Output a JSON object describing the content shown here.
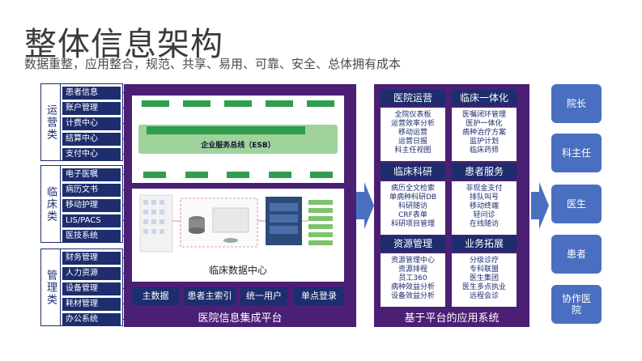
{
  "title": "整体信息架构",
  "subtitle": "数据重整，应用整合，规范、共享、易用、可靠、安全、总体拥有成本",
  "groups": [
    {
      "label": "运营类",
      "items": [
        "患者信息",
        "账户管理",
        "计费中心",
        "结算中心",
        "支付中心"
      ]
    },
    {
      "label": "临床类",
      "items": [
        "电子医嘱",
        "病历文书",
        "移动护理",
        "LIS/PACS",
        "医技系统"
      ]
    },
    {
      "label": "管理类",
      "items": [
        "财务管理",
        "人力资源",
        "设备管理",
        "耗材管理",
        "办公系统"
      ]
    }
  ],
  "platform": {
    "title": "医院信息集成平台",
    "esb_label": "企业服务总线（ESB）",
    "cdc_label": "临床数据中心",
    "tags": [
      "主数据",
      "患者主索引",
      "统一用户",
      "单点登录"
    ]
  },
  "apps": {
    "title": "基于平台的应用系统",
    "cells": [
      {
        "head": "医院运营",
        "lines": [
          "全院仪表板",
          "运营效率分析",
          "移动运营",
          "运营日报",
          "科主任视图"
        ]
      },
      {
        "head": "临床一体化",
        "lines": [
          "医嘱闭环管理",
          "医护一体化",
          "病种治疗方案",
          "监护计划",
          "临床药师"
        ]
      },
      {
        "head": "临床科研",
        "lines": [
          "病历全文检索",
          "单病种科研DB",
          "科研随访",
          "CRF表单",
          "科研项目管理"
        ]
      },
      {
        "head": "患者服务",
        "lines": [
          "非现金支付",
          "排队叫号",
          "移动终端",
          "轻问诊",
          "在线随访"
        ]
      },
      {
        "head": "资源管理",
        "lines": [
          "资源管理中心",
          "资源排程",
          "员工360",
          "病种效益分析",
          "设备效益分析"
        ]
      },
      {
        "head": "业务拓展",
        "lines": [
          "分级诊疗",
          "专科联盟",
          "医生集团",
          "医生多点执业",
          "远程会诊"
        ]
      }
    ]
  },
  "roles": [
    "院长",
    "科主任",
    "医生",
    "患者",
    "协作医院"
  ],
  "colors": {
    "navy": "#1d2d6e",
    "purple": "#4b1f74",
    "role_blue": "#4a6fc1",
    "esb_green": "#2f9e4f"
  }
}
